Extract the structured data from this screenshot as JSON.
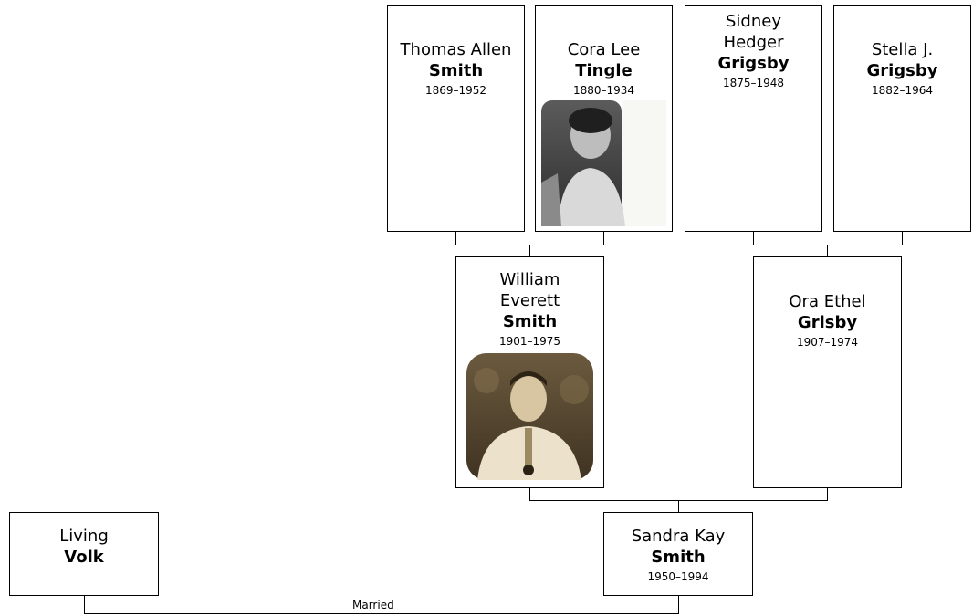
{
  "people": {
    "thomas_allen_smith": {
      "given": "Thomas Allen",
      "surname": "Smith",
      "dates": "1869–1952"
    },
    "cora_lee_tingle": {
      "given": "Cora Lee",
      "surname": "Tingle",
      "dates": "1880–1934",
      "photo_alt": "portrait"
    },
    "sidney_hedger_grigsby": {
      "given_line1": "Sidney",
      "given_line2": "Hedger",
      "surname": "Grigsby",
      "dates": "1875–1948"
    },
    "stella_j_grigsby": {
      "given": "Stella J.",
      "surname": "Grigsby",
      "dates": "1882–1964"
    },
    "william_everett_smith": {
      "given_line1": "William",
      "given_line2": "Everett",
      "surname": "Smith",
      "dates": "1901–1975",
      "photo_alt": "portrait"
    },
    "ora_ethel_grisby": {
      "given": "Ora Ethel",
      "surname": "Grisby",
      "dates": "1907–1974"
    },
    "sandra_kay_smith": {
      "given": "Sandra Kay",
      "surname": "Smith",
      "dates": "1950–1994"
    },
    "living_volk": {
      "given": "Living",
      "surname": "Volk"
    }
  },
  "relation_label": "Married",
  "colors": {
    "line": "#000000",
    "card_border": "#000000",
    "background": "#ffffff"
  }
}
